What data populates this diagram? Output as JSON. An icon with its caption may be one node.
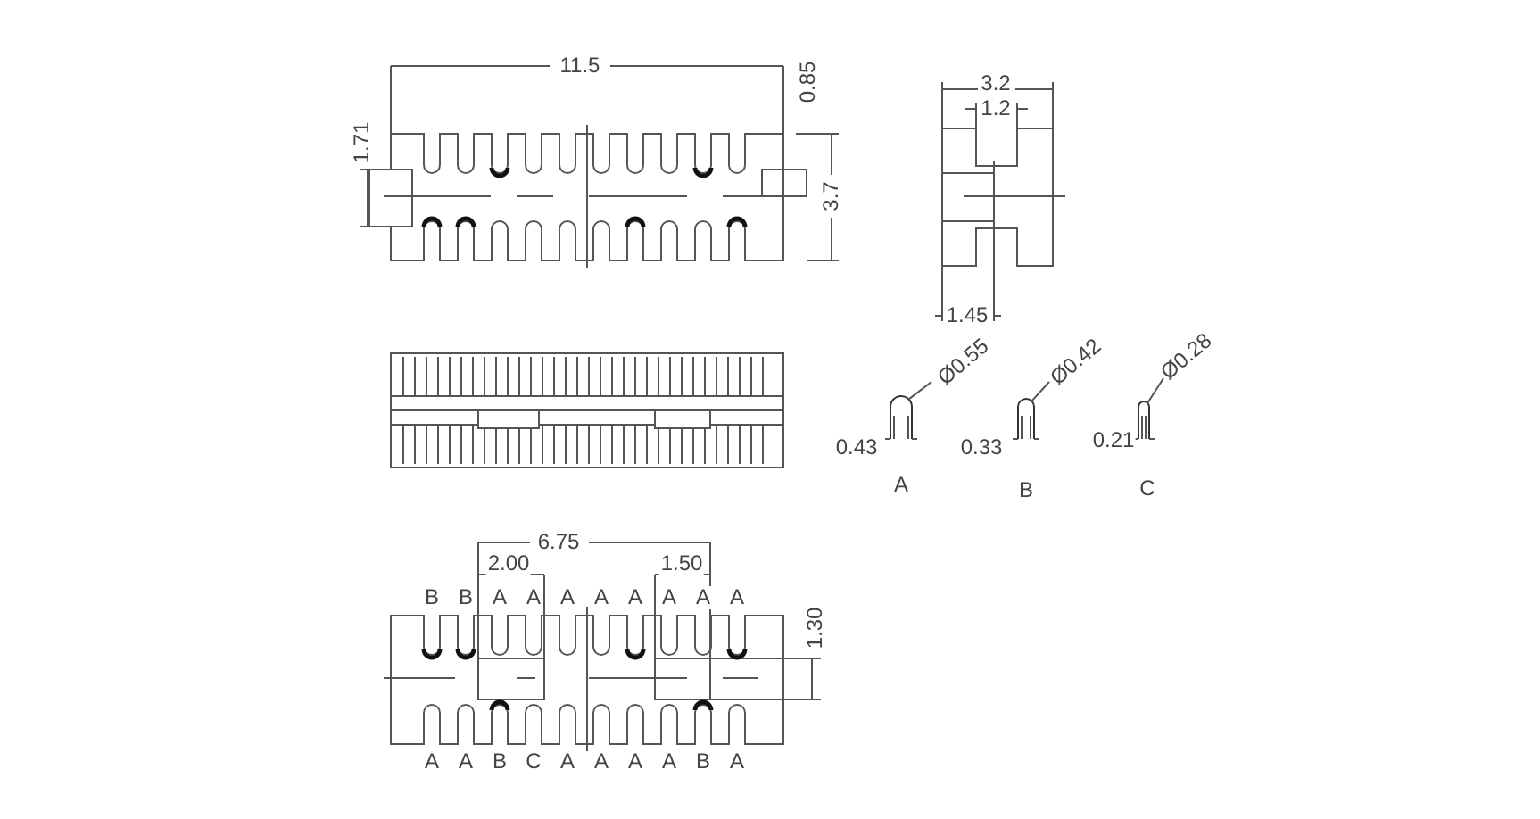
{
  "diagram": {
    "labels": [
      "11.5",
      "0.85",
      "1.71",
      "3.7",
      "3.2",
      "1.2",
      "1.45",
      "Ø0.55",
      "Ø0.42",
      "Ø0.28",
      "0.43",
      "0.33",
      "0.21",
      "A",
      "B",
      "C",
      "6.75",
      "2.00",
      "1.50",
      "B",
      "B",
      "A",
      "A",
      "A",
      "A",
      "A",
      "A",
      "A",
      "A",
      "1.30",
      "A",
      "A",
      "B",
      "C",
      "A",
      "A",
      "A",
      "A",
      "B",
      "A"
    ]
  }
}
